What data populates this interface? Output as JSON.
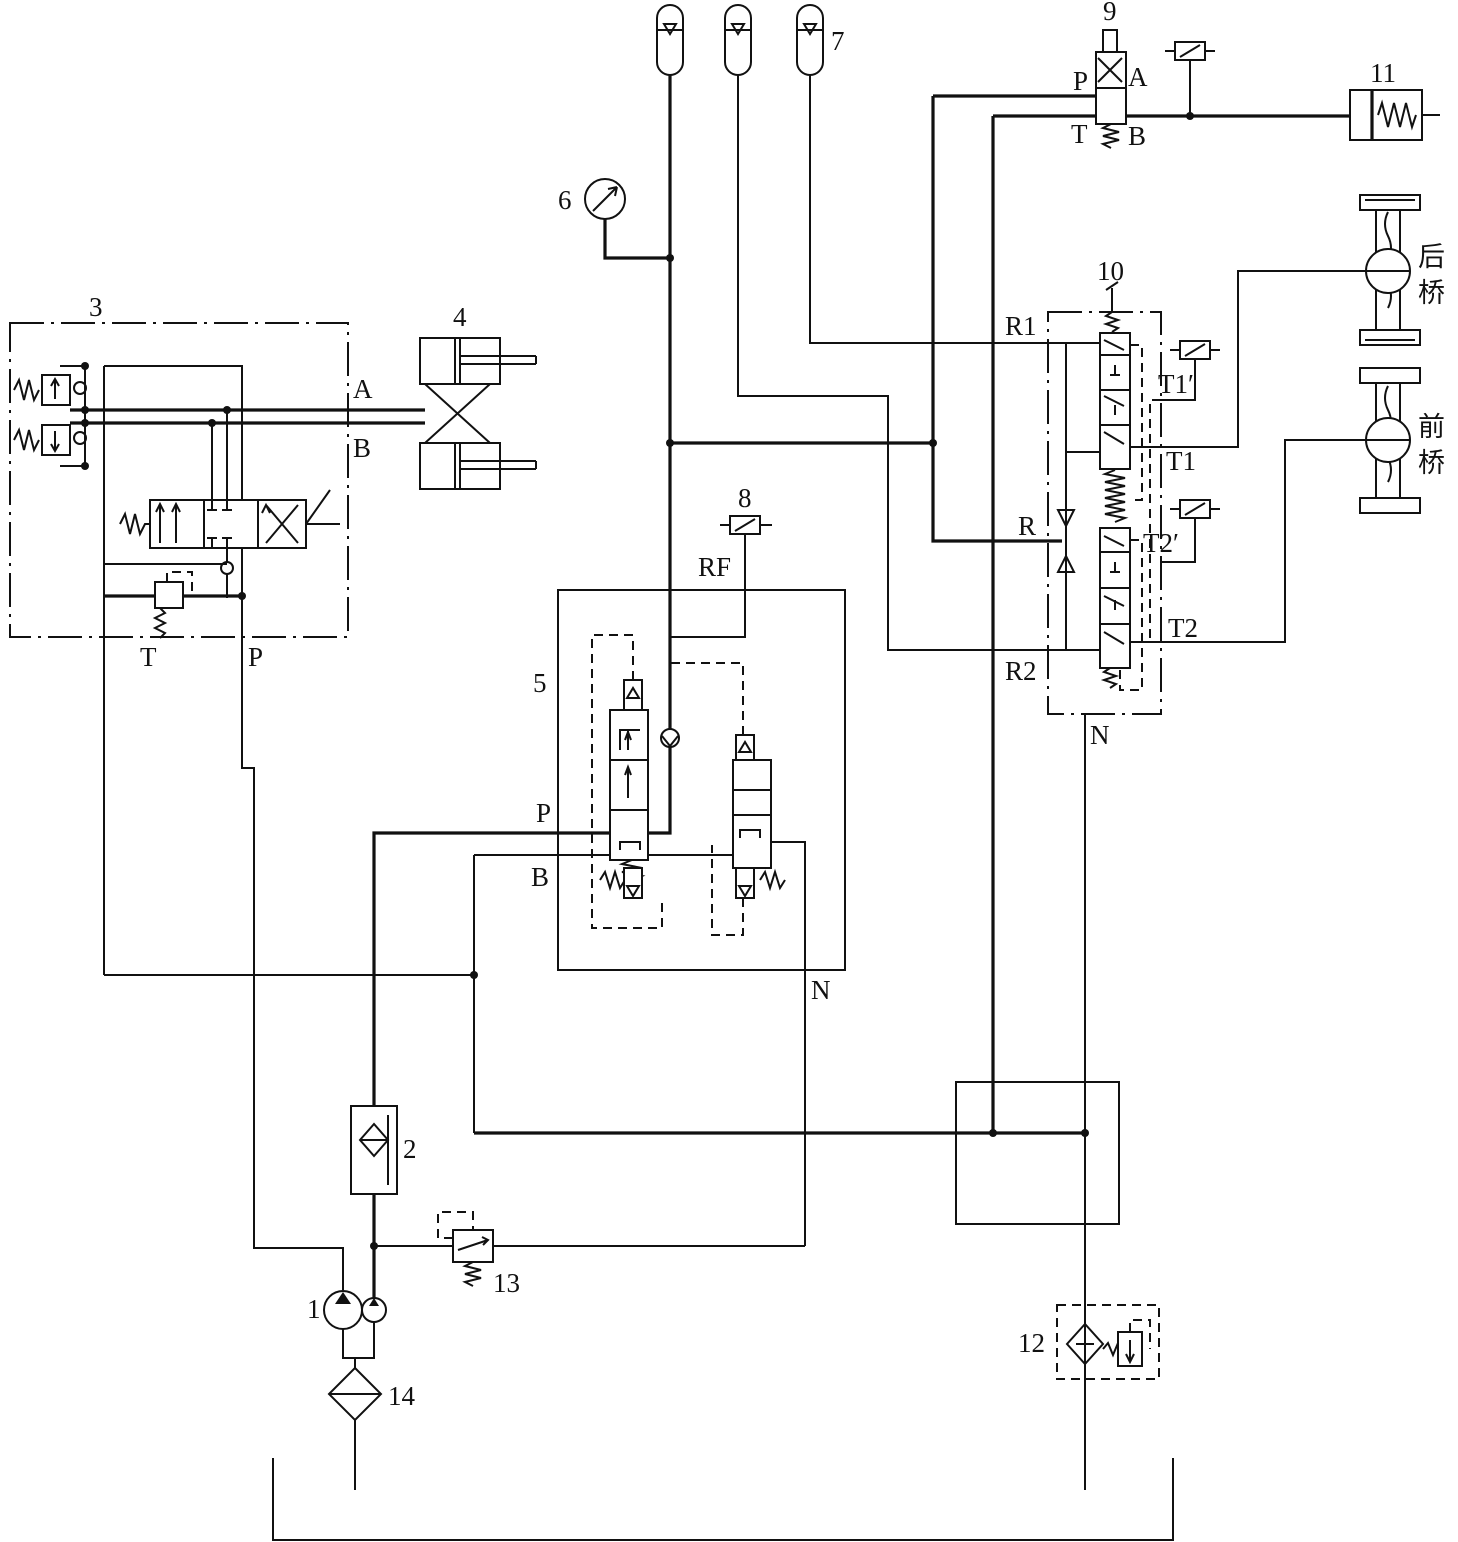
{
  "numbers": {
    "n1": "1",
    "n2": "2",
    "n3": "3",
    "n4": "4",
    "n5": "5",
    "n6": "6",
    "n7": "7",
    "n8": "8",
    "n9": "9",
    "n10": "10",
    "n11": "11",
    "n12": "12",
    "n13": "13",
    "n14": "14"
  },
  "ports": {
    "v3_A": "A",
    "v3_B": "B",
    "v3_T": "T",
    "v3_P": "P",
    "v5_RF": "RF",
    "v5_P": "P",
    "v5_B": "B",
    "v5_N": "N",
    "v9_P": "P",
    "v9_A": "A",
    "v9_T": "T",
    "v9_B": "B",
    "v10_R1": "R1",
    "v10_R": "R",
    "v10_R2": "R2",
    "v10_T1p": "T1′",
    "v10_T1": "T1",
    "v10_T2p": "T2′",
    "v10_T2": "T2",
    "v10_N": "N"
  },
  "axles": {
    "rear_1": "后",
    "rear_2": "桥",
    "front_1": "前",
    "front_2": "桥"
  }
}
